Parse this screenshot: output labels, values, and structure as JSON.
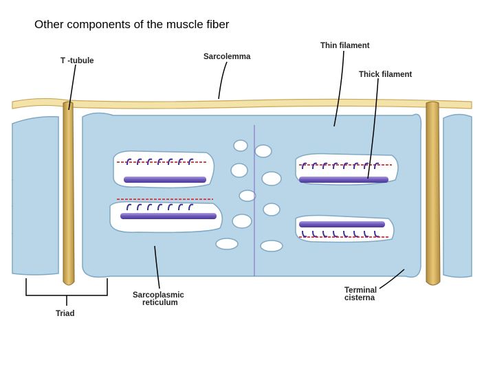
{
  "slide": {
    "title": "Other components of the muscle fiber"
  },
  "labels": {
    "t_tubule": "T -tubule",
    "sarcolemma": "Sarcolemma",
    "thin_filament": "Thin filament",
    "thick_filament": "Thick filament",
    "sarcoplasmic_reticulum_line1": "Sarcoplasmic",
    "sarcoplasmic_reticulum_line2": "reticulum",
    "terminal_cisterna_line1": "Terminal",
    "terminal_cisterna_line2": "cisterna",
    "triad": "Triad"
  },
  "colors": {
    "sarcolemma": "#f3e3a8",
    "sarcolemma_edge": "#c9a75a",
    "reticulum": "#b9d6e8",
    "reticulum_edge": "#7fa8c4",
    "t_tubule": "#d9b463",
    "thin_filament": "#d8434a",
    "thick_filament": "#7b67c2",
    "myosin_head": "#3f2f9a"
  }
}
